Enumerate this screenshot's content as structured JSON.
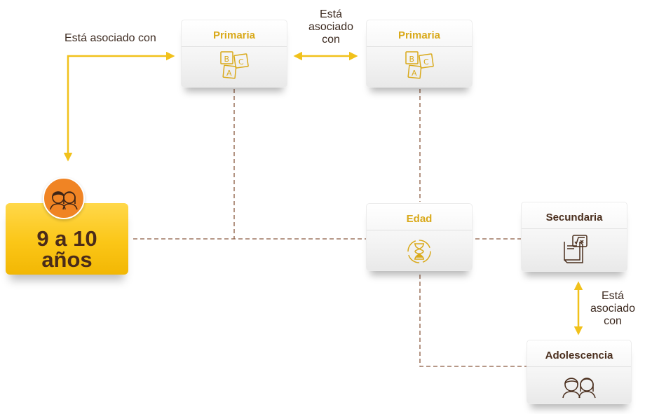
{
  "nodes": {
    "main": {
      "line1": "9 a 10",
      "line2": "años"
    },
    "primaria_left": {
      "title": "Primaria"
    },
    "primaria_right": {
      "title": "Primaria"
    },
    "edad": {
      "title": "Edad"
    },
    "secundaria": {
      "title": "Secundaria"
    },
    "adolescencia": {
      "title": "Adolescencia"
    }
  },
  "relations": {
    "main_to_primaria": "Está asociado con",
    "primaria_to_primaria": [
      "Está",
      "asociado",
      "con"
    ],
    "secundaria_to_adolescencia": [
      "Está",
      "asociado",
      "con"
    ]
  },
  "icons": {
    "main": "children-faces-icon",
    "primaria": "abc-blocks-icon",
    "edad": "hourglass-icon",
    "secundaria": "math-book-icon",
    "adolescencia": "teenagers-faces-icon"
  },
  "colors": {
    "accent_yellow": "#f5c51a",
    "arrow_yellow": "#f1c11b",
    "title_gold": "#d9a91a",
    "dark_brown": "#4a2e1d",
    "dashed_line": "#8a5a40",
    "avatar_orange": "#f08424"
  }
}
